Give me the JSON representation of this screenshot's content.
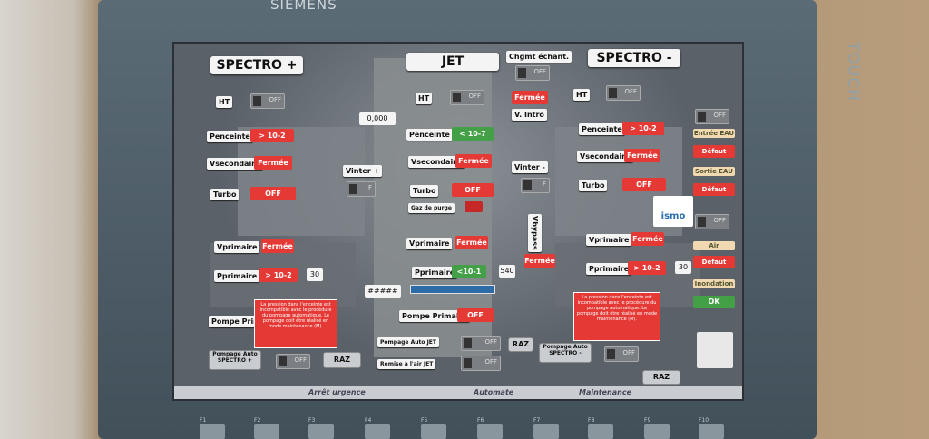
{
  "device": {
    "brand": "SIEMENS",
    "touch_label": "TOUCH"
  },
  "titles": {
    "spectro_plus": "SPECTRO +",
    "jet": "JET",
    "spectro_minus": "SPECTRO -"
  },
  "left": {
    "ht_label": "HT",
    "ht_state": "OFF",
    "penceinte_label": "Penceinte",
    "penceinte_value": "> 10-2",
    "vsecondaire_label": "Vsecondaire",
    "vsecondaire_value": "Fermée",
    "turbo_label": "Turbo",
    "turbo_value": "OFF",
    "vinter_label": "Vinter +",
    "vinter_state": "F",
    "vprimaire_label": "Vprimaire",
    "vprimaire_value": "Fermée",
    "pprimaire_label": "Pprimaire",
    "pprimaire_value": "> 10-2",
    "pprimaire_num": "30",
    "pompe_label": "Pompe Primaire",
    "alarm_text": "La pression dans l'enceinte est incompatible avec le procédure du pompage automatique. Le pompage doit être réalisé en mode maintenance (M).",
    "pompage_label": "Pompage Auto SPECTRO +",
    "pompage_state": "OFF",
    "raz": "RAZ"
  },
  "jet": {
    "chgmt_label": "Chgmt échant.",
    "chgmt_state": "OFF",
    "ht_label": "HT",
    "ht_state": "OFF",
    "ht_value": "Fermée",
    "intro_label": "V. Intro",
    "counter": "0,000",
    "penceinte_label": "Penceinte",
    "penceinte_value": "< 10-7",
    "vsecondaire_label": "Vsecondaire",
    "vsecondaire_value": "Fermée",
    "turbo_label": "Turbo",
    "turbo_value": "OFF",
    "gaz_label": "Gaz de purge",
    "vprimaire_label": "Vprimaire",
    "vprimaire_value": "Fermée",
    "pprimaire_label": "Pprimaire",
    "pprimaire_value": "<10-1",
    "pprimaire_num": "540",
    "hash_value": "#####",
    "pompe_label": "Pompe Primaire",
    "pompe_value": "OFF",
    "pompage_label": "Pompage Auto JET",
    "pompage_state": "OFF",
    "remise_label": "Remise à l'air JET",
    "remise_state": "OFF",
    "raz": "RAZ"
  },
  "right": {
    "vinter_label": "Vinter -",
    "vinter_state": "F",
    "vbypass_label": "Vbypass",
    "vbypass_value": "Fermée",
    "ht_label": "HT",
    "ht_state": "OFF",
    "penceinte_label": "Penceinte",
    "penceinte_value": "> 10-2",
    "vsecondaire_label": "Vsecondaire",
    "vsecondaire_value": "Fermée",
    "turbo_label": "Turbo",
    "turbo_value": "OFF",
    "vprimaire_label": "Vprimaire",
    "vprimaire_value": "Fermée",
    "pprimaire_label": "Pprimaire",
    "pprimaire_value": "> 10-2",
    "pprimaire_num": "30",
    "alarm_text": "La pression dans l'enceinte est incompatible avec le procédure du pompage automatique. Le pompage doit être réalisé en mode maintenance (M).",
    "pompage_label": "Pompage Auto SPECTRO -",
    "pompage_state": "OFF",
    "raz": "RAZ",
    "logo_text": "ismo"
  },
  "sidebar": {
    "top_state": "OFF",
    "entree_label": "Entrée EAU",
    "entree_value": "Défaut",
    "sortie_label": "Sortie EAU",
    "sortie_value": "Défaut",
    "air_state": "OFF",
    "air_label": "Air",
    "air_value": "Défaut",
    "inondation_label": "Inondation",
    "inondation_value": "OK"
  },
  "footer": {
    "arret": "Arrêt urgence",
    "automate": "Automate",
    "maintenance": "Maintenance"
  },
  "fkeys": [
    "F1",
    "F2",
    "F3",
    "F4",
    "F5",
    "F6",
    "F7",
    "F8",
    "F9",
    "F10"
  ]
}
